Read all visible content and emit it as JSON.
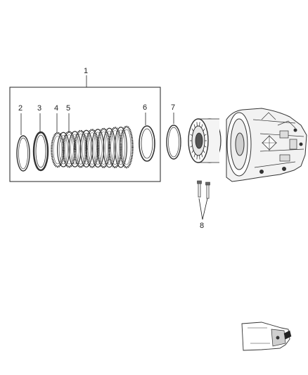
{
  "diagram": {
    "callouts": [
      {
        "id": "c1",
        "label": "1"
      },
      {
        "id": "c2",
        "label": "2"
      },
      {
        "id": "c3",
        "label": "3"
      },
      {
        "id": "c4",
        "label": "4"
      },
      {
        "id": "c5",
        "label": "5"
      },
      {
        "id": "c6",
        "label": "6"
      },
      {
        "id": "c7",
        "label": "7"
      },
      {
        "id": "c8",
        "label": "8"
      }
    ]
  }
}
